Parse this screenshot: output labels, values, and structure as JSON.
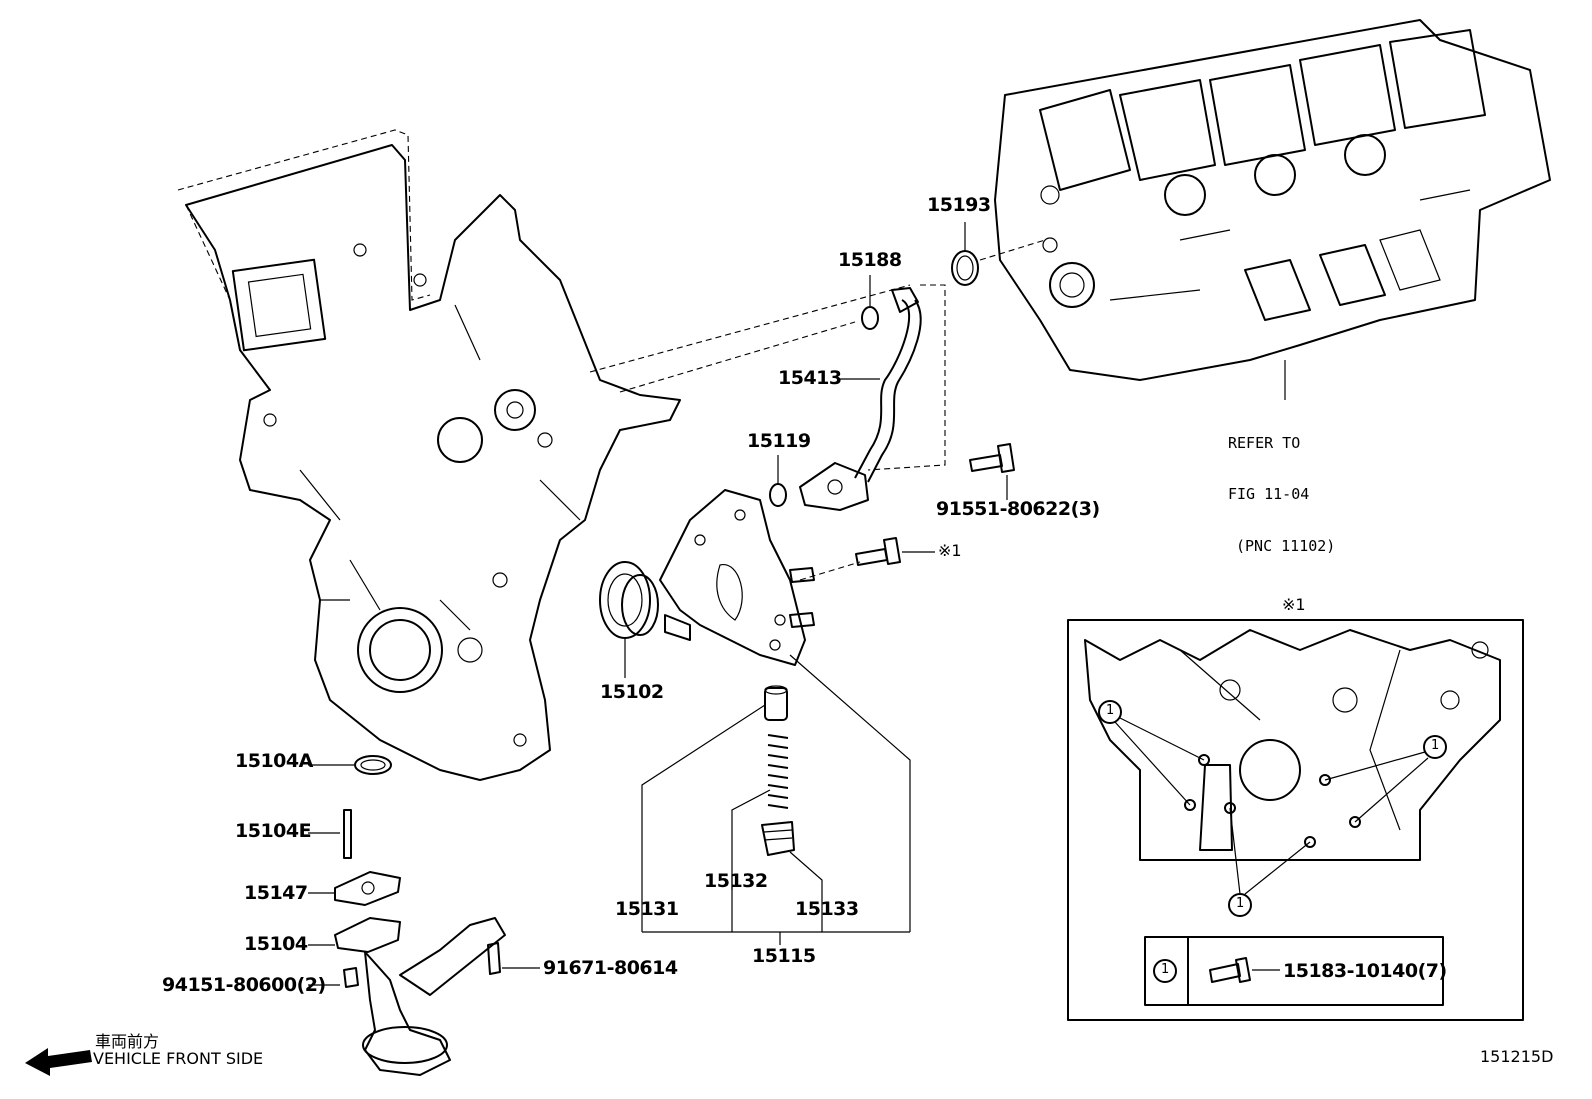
{
  "labels": {
    "p15193": "15193",
    "p15188": "15188",
    "p15413": "15413",
    "p15119": "15119",
    "p91551": "91551-80622(3)",
    "mark1": "※1",
    "p15102": "15102",
    "p15104A": "15104A",
    "p15104E": "15104E",
    "p15147": "15147",
    "p15104": "15104",
    "p94151": "94151-80600(2)",
    "p91671": "91671-80614",
    "p15132": "15132",
    "p15131": "15131",
    "p15133": "15133",
    "p15115": "15115"
  },
  "refer": {
    "line1": "REFER TO",
    "line2": "FIG 11-04",
    "line3": "(PNC 11102)"
  },
  "inset": {
    "title": "※1",
    "callout": "1",
    "legend_num": "1",
    "legend_part": "15183-10140(7)"
  },
  "front": {
    "jp": "車両前方",
    "en": "VEHICLE FRONT SIDE"
  },
  "figure_id": "151215D"
}
